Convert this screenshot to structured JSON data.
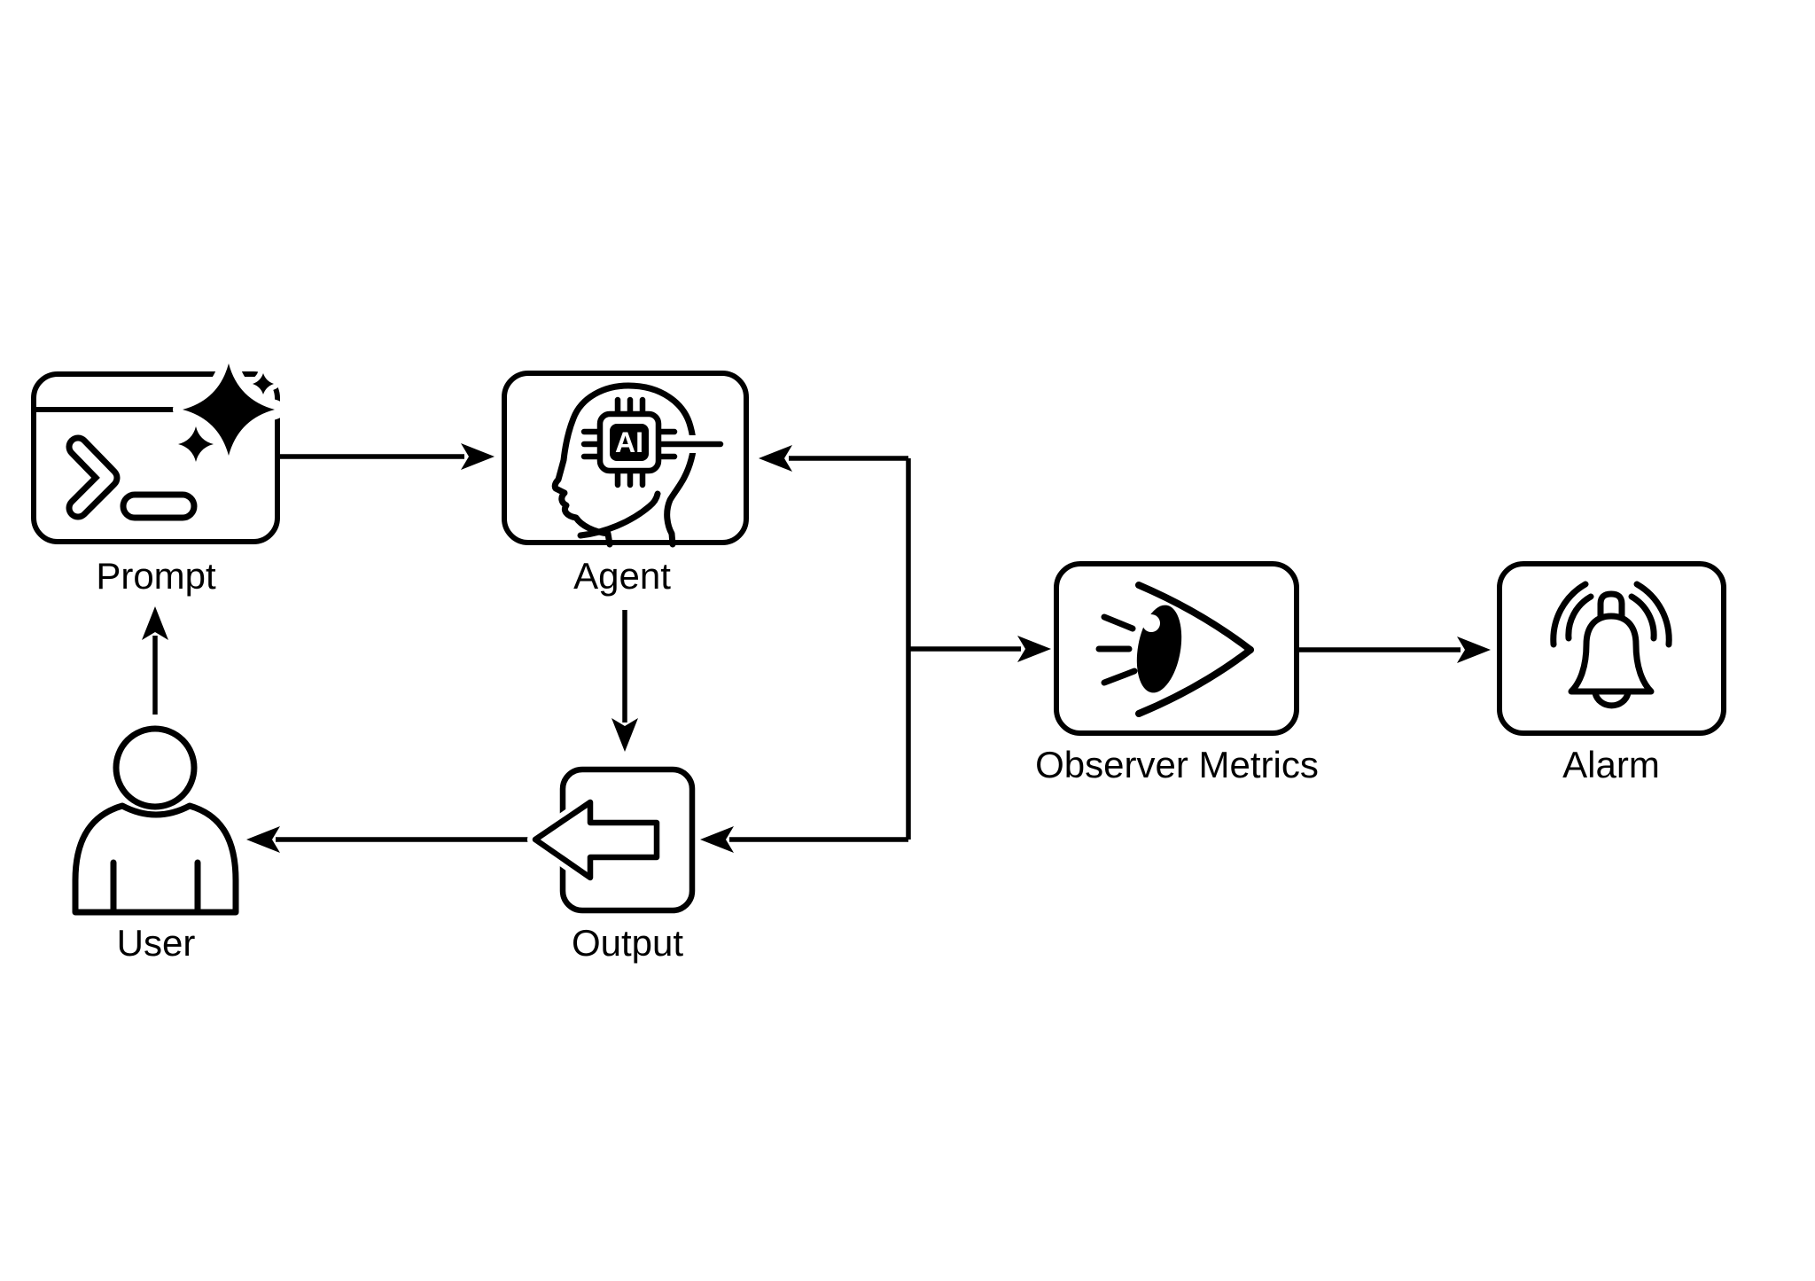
{
  "page": {
    "background": "#ffffff",
    "ink": "#000000"
  },
  "diagram": {
    "type": "flowchart",
    "nodes": {
      "prompt": {
        "label": "Prompt",
        "icon": "terminal-sparkle-icon"
      },
      "agent": {
        "label": "Agent",
        "icon": "ai-head-chip-icon",
        "chip_text": "AI"
      },
      "user": {
        "label": "User",
        "icon": "person-icon"
      },
      "output": {
        "label": "Output",
        "icon": "export-arrow-icon"
      },
      "observer": {
        "label": "Observer Metrics",
        "icon": "eye-icon"
      },
      "alarm": {
        "label": "Alarm",
        "icon": "bell-icon"
      }
    },
    "edges": [
      {
        "from": "prompt",
        "to": "agent"
      },
      {
        "from": "agent",
        "to": "output"
      },
      {
        "from": "output",
        "to": "user"
      },
      {
        "from": "user",
        "to": "prompt"
      },
      {
        "from": "junction",
        "to": "agent"
      },
      {
        "from": "junction",
        "to": "output"
      },
      {
        "from": "junction",
        "to": "observer"
      },
      {
        "from": "observer",
        "to": "alarm"
      }
    ]
  }
}
